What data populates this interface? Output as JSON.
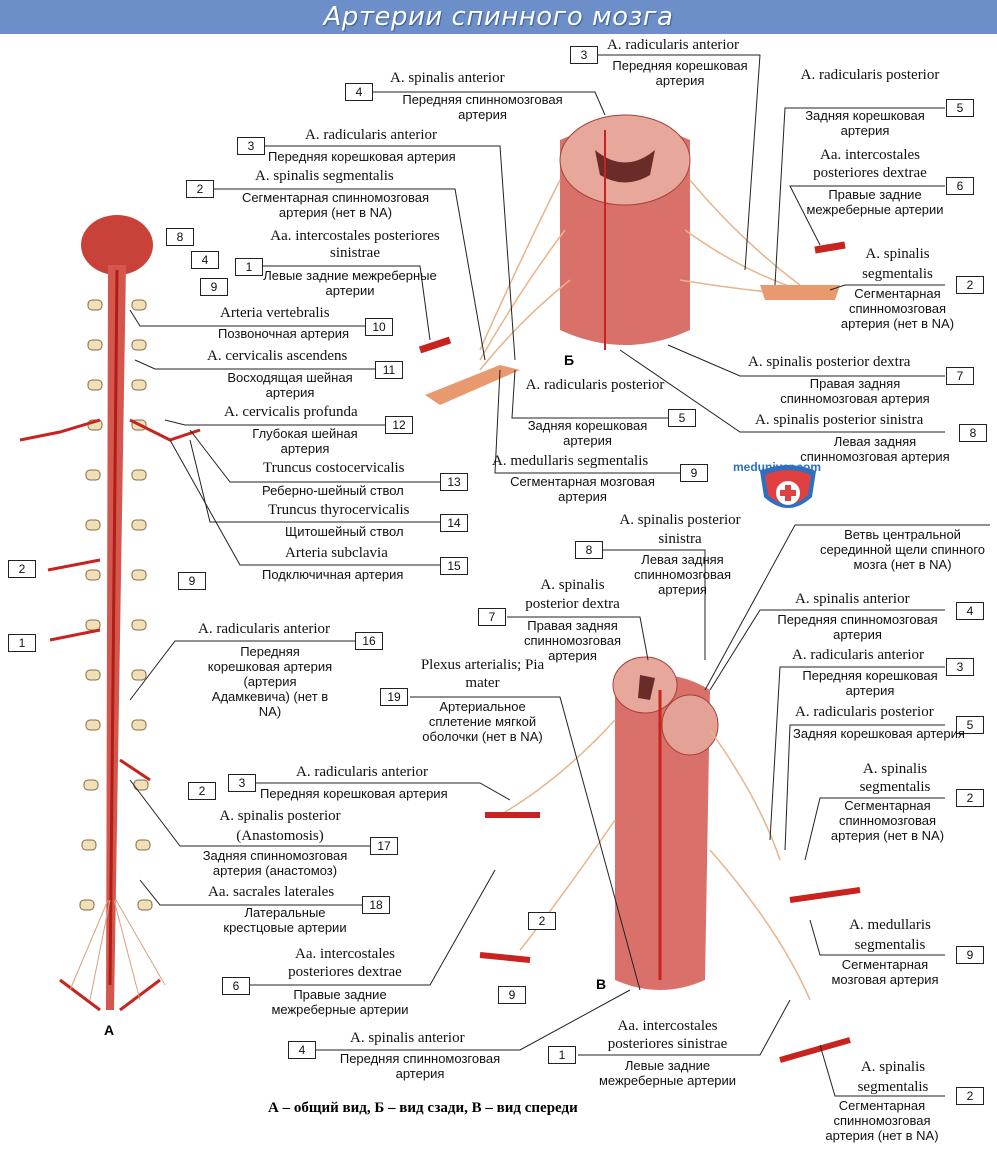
{
  "title": "Артерии спинного мозга",
  "site": "meduniver.com",
  "caption": "А – общий вид, Б – вид сзади, В – вид спереди",
  "panel_letters": {
    "a": "А",
    "b": "Б",
    "v": "В"
  },
  "colors": {
    "banner": "#6d8fc9",
    "artery": "#c8231e",
    "cord": "#d9706a",
    "nerve": "#e8b48a"
  },
  "labels": {
    "b4": {
      "num": "4",
      "lat": "A. spinalis anterior",
      "rus": "Передняя спинномозговая артерия"
    },
    "b3": {
      "num": "3",
      "lat": "A. radicularis anterior",
      "rus": "Передняя корешковая артерия"
    },
    "b3top": {
      "num": "3",
      "lat": "A. radicularis anterior",
      "rus": "Передняя корешковая артерия"
    },
    "b2": {
      "num": "2",
      "lat": "A. spinalis segmentalis",
      "rus": "Сегментарная спинномозговая артерия (нет в NA)"
    },
    "b1": {
      "num": "1",
      "lat": "Aa. intercostales posteriores sinistrae",
      "rus": "Левые задние межреберные артерии"
    },
    "b5": {
      "num": "5",
      "lat": "A. radicularis posterior",
      "rus": "Задняя корешковая артерия"
    },
    "b6": {
      "num": "6",
      "lat": "Aa. intercostales posteriores dextrae",
      "rus": "Правые задние межреберные артерии"
    },
    "b2r": {
      "num": "2",
      "lat": "A. spinalis segmentalis",
      "rus": "Сегментарная спинномозговая артерия (нет в NA)"
    },
    "b7": {
      "num": "7",
      "lat": "A. spinalis posterior dextra",
      "rus": "Правая задняя спинномозговая артерия"
    },
    "b5low": {
      "num": "5",
      "lat": "A. radicularis posterior",
      "rus": "Задняя корешковая артерия"
    },
    "b8": {
      "num": "8",
      "lat": "A. spinalis posterior sinistra",
      "rus": "Левая задняя спинномозговая артерия"
    },
    "b9": {
      "num": "9",
      "lat": "A. medullaris segmentalis",
      "rus": "Сегментарная мозговая артерия"
    },
    "a10": {
      "num": "10",
      "lat": "Arteria vertebralis",
      "rus": "Позвоночная артерия"
    },
    "a11": {
      "num": "11",
      "lat": "A. cervicalis ascendens",
      "rus": "Восходящая шейная артерия"
    },
    "a12": {
      "num": "12",
      "lat": "A. cervicalis profunda",
      "rus": "Глубокая шейная артерия"
    },
    "a13": {
      "num": "13",
      "lat": "Truncus costocervicalis",
      "rus": "Реберно-шейный ствол"
    },
    "a14": {
      "num": "14",
      "lat": "Truncus thyrocervicalis",
      "rus": "Щитошейный ствол"
    },
    "a15": {
      "num": "15",
      "lat": "Arteria subclavia",
      "rus": "Подключичная артерия"
    },
    "a16": {
      "num": "16",
      "lat": "A. radicularis anterior",
      "rus": "Передняя корешковая артерия (артерия Адамкевича) (нет в NA)"
    },
    "a17": {
      "num": "17",
      "lat": "A. spinalis posterior (Anastomosis)",
      "rus": "Задняя спинномозговая артерия (анастомоз)"
    },
    "a18": {
      "num": "18",
      "lat": "Aa. sacrales laterales",
      "rus": "Латеральные крестцовые артерии"
    },
    "v8": {
      "num": "8",
      "lat": "A. spinalis posterior sinistra",
      "rus": "Левая задняя спинномозговая артерия"
    },
    "v7": {
      "num": "7",
      "lat": "A. spinalis posterior dextra",
      "rus": "Правая задняя спинномозговая артерия"
    },
    "v19": {
      "num": "19",
      "lat": "Plexus arterialis; Pia mater",
      "rus": "Артериальное сплетение мягкой оболочки (нет в NA)"
    },
    "vbranch": {
      "rus": "Ветвь центральной серединной щели спинного мозга (нет в NA)"
    },
    "v4r": {
      "num": "4",
      "lat": "A. spinalis anterior",
      "rus": "Передняя спинномозговая артерия"
    },
    "v3r": {
      "num": "3",
      "lat": "A. radicularis anterior",
      "rus": "Передняя корешковая артерия"
    },
    "v5r": {
      "num": "5",
      "lat": "A. radicularis posterior",
      "rus": "Задняя корешковая артерия"
    },
    "v2r": {
      "num": "2",
      "lat": "A. spinalis segmentalis",
      "rus": "Сегментарная спинномозговая артерия (нет в NA)"
    },
    "v9r": {
      "num": "9",
      "lat": "A. medullaris segmentalis",
      "rus": "Сегментарная мозговая артерия"
    },
    "v3l": {
      "num": "3",
      "lat": "A. radicularis anterior",
      "rus": "Передняя корешковая артерия"
    },
    "v6l": {
      "num": "6",
      "lat": "Aa. intercostales posteriores dextrae",
      "rus": "Правые задние межреберные артерии"
    },
    "v4b": {
      "num": "4",
      "lat": "A. spinalis anterior",
      "rus": "Передняя спинномозговая артерия"
    },
    "v1b": {
      "num": "1",
      "lat": "Aa. intercostales posteriores sinistrae",
      "rus": "Левые задние межреберные артерии"
    },
    "v2b": {
      "num": "2",
      "lat": "A. spinalis segmentalis",
      "rus": "Сегментарная спинномозговая артерия (нет в NA)"
    }
  },
  "small_numbers": {
    "n8": "8",
    "n4": "4",
    "n9a": "9",
    "n9b": "9",
    "n2": "2",
    "n1": "1",
    "n2b": "2",
    "n2v": "2",
    "n9v": "9"
  }
}
